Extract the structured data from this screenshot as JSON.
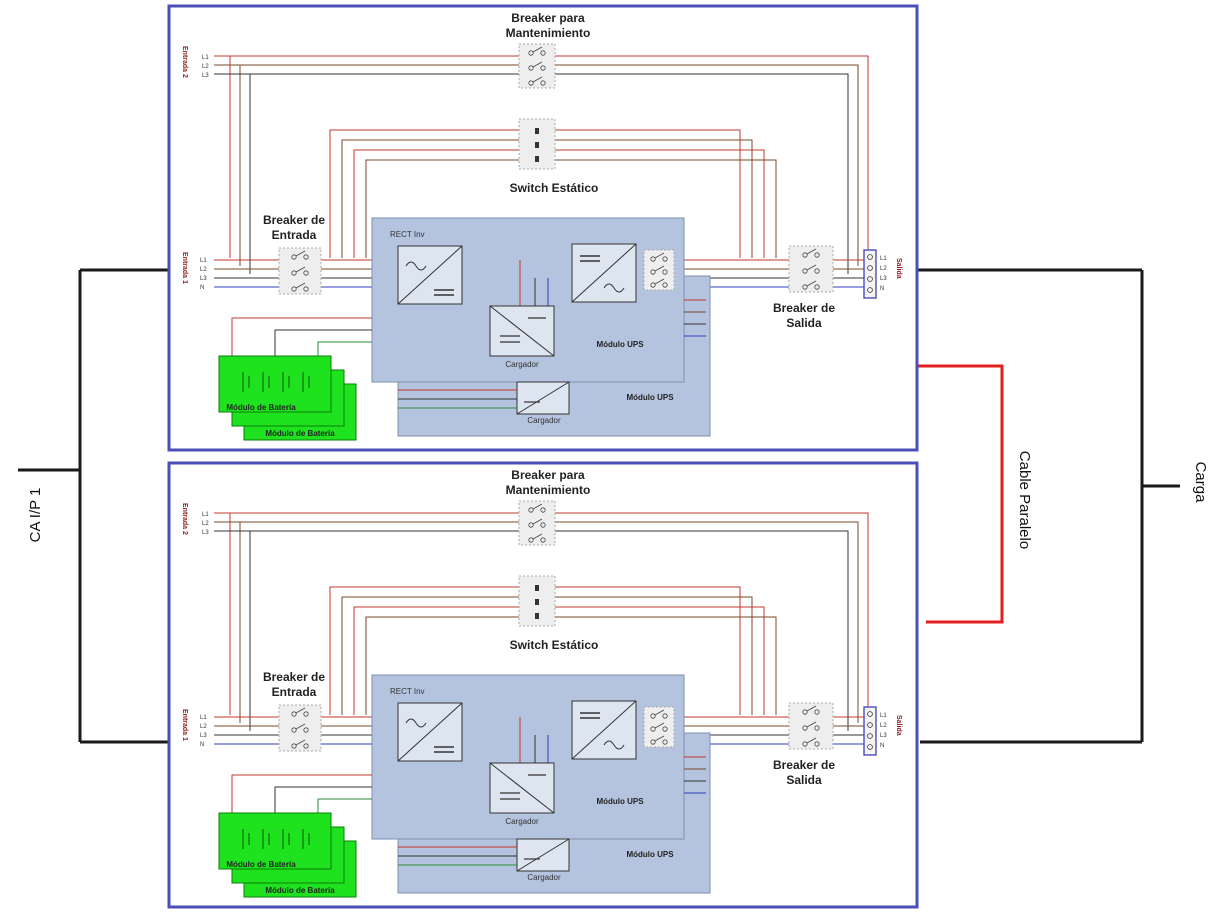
{
  "colors": {
    "frame": "#4a4fb8",
    "module": "#b4c4de",
    "battery": "#1fe21f",
    "bus": "#1a1a1a",
    "parallel_cable": "#e01e1e",
    "wire_red": "#c0392b",
    "wire_brown": "#7a4a2a",
    "wire_dark": "#333333",
    "wire_blue": "#2c3fbf",
    "wire_green": "#2e8b3a"
  },
  "labels": {
    "ca_input": "CA I/P 1",
    "load": "Carga",
    "parallel_cable": "Cable Paralelo"
  },
  "upsUnits": [
    {
      "maintenance_breaker": [
        "Breaker para",
        "Mantenimiento"
      ],
      "static_switch": "Switch Estático",
      "input_breaker": [
        "Breaker de",
        "Entrada"
      ],
      "output_breaker": [
        "Breaker de",
        "Salida"
      ],
      "input2": "Entrada 2",
      "input1": "Entrada 1",
      "output": "Salida",
      "phases": [
        "L1",
        "L2",
        "L3",
        "N"
      ],
      "rect_inv": "RECT Inv",
      "charger": "Cargador",
      "ups_module": "Módulo UPS",
      "battery_module": "Módulo de Batería"
    },
    {
      "maintenance_breaker": [
        "Breaker para",
        "Mantenimiento"
      ],
      "static_switch": "Switch Estático",
      "input_breaker": [
        "Breaker de",
        "Entrada"
      ],
      "output_breaker": [
        "Breaker de",
        "Salida"
      ],
      "input2": "Entrada 2",
      "input1": "Entrada 1",
      "output": "Salida",
      "phases": [
        "L1",
        "L2",
        "L3",
        "N"
      ],
      "rect_inv": "RECT Inv",
      "charger": "Cargador",
      "ups_module": "Módulo UPS",
      "battery_module": "Módulo de Batería"
    }
  ]
}
